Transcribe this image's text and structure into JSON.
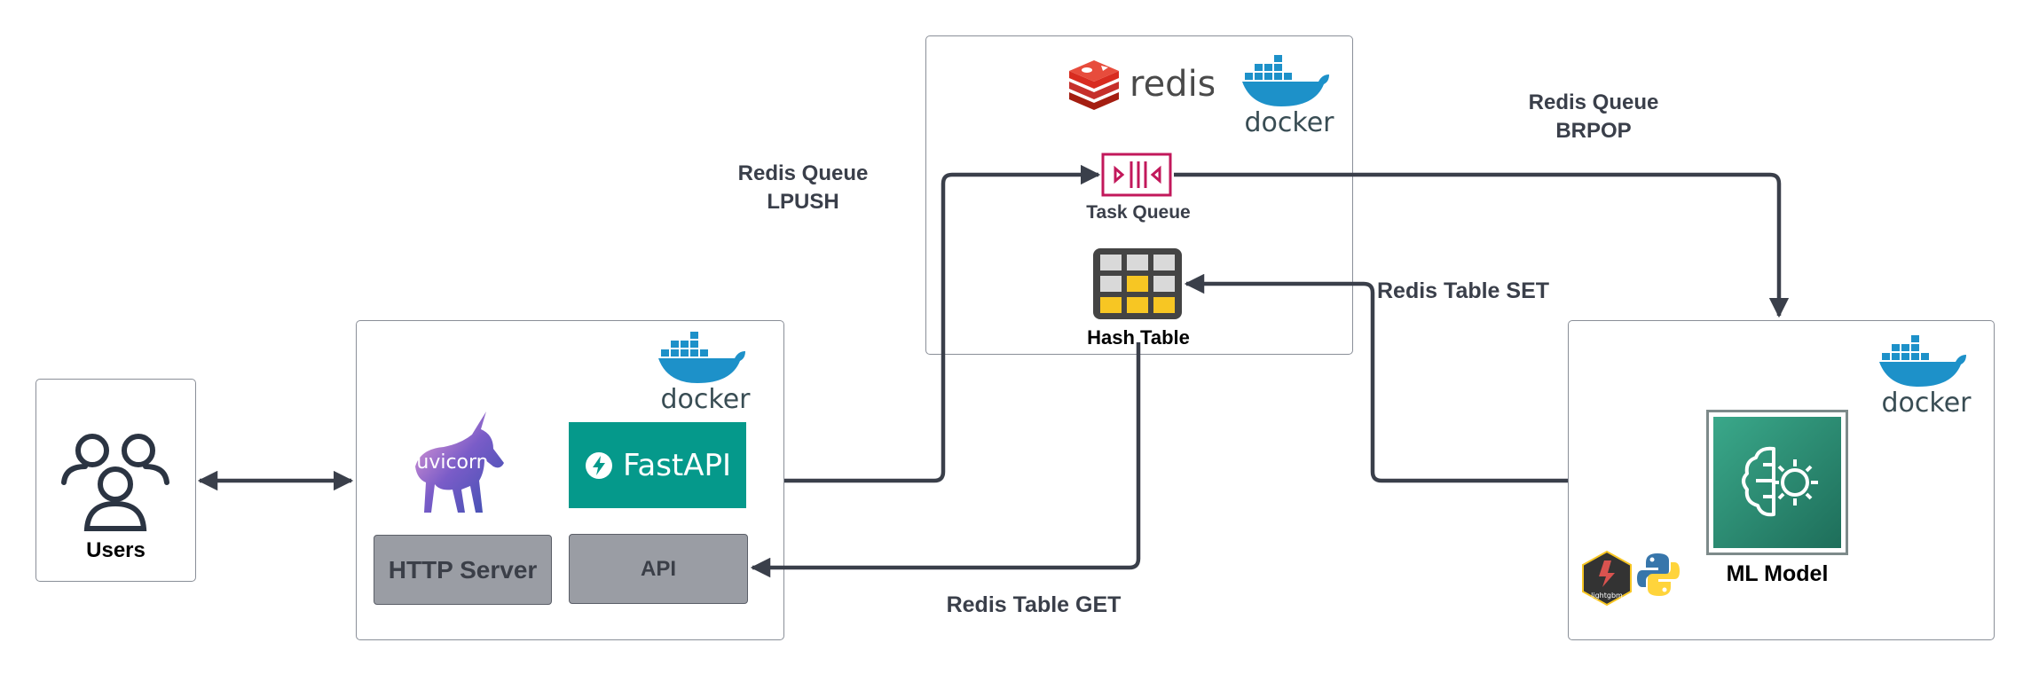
{
  "nodes": {
    "users": {
      "label": "Users"
    },
    "task_queue": {
      "label": "Task Queue"
    },
    "hash_table": {
      "label": "Hash Table"
    },
    "ml_model": {
      "label": "ML Model"
    },
    "http_server": {
      "label": "HTTP Server"
    },
    "api": {
      "label": "API"
    }
  },
  "logos": {
    "redis": "redis",
    "docker": "docker",
    "fastapi": "FastAPI",
    "uvicorn": "uvicorn",
    "lightgbm": "lightgbm"
  },
  "edges": {
    "lpush": {
      "line1": "Redis Queue",
      "line2": "LPUSH"
    },
    "brpop": {
      "line1": "Redis Queue",
      "line2": "BRPOP"
    },
    "table_set": {
      "label": "Redis Table SET"
    },
    "table_get": {
      "label": "Redis Table GET"
    }
  },
  "colors": {
    "arrow": "#3a3f4a",
    "fastapi": "#05998b",
    "task_queue_icon": "#c2185b",
    "hash_table_yellow": "#f7c623",
    "docker_blue": "#1d91c9",
    "redis_red": "#d82c20",
    "ml_model_green": "#2e8b6f"
  },
  "icons": [
    "users-icon",
    "redis-logo",
    "docker-logo",
    "uvicorn-logo",
    "fastapi-logo",
    "queue-icon",
    "hash-table-icon",
    "ml-brain-icon",
    "lightgbm-logo",
    "python-logo"
  ]
}
